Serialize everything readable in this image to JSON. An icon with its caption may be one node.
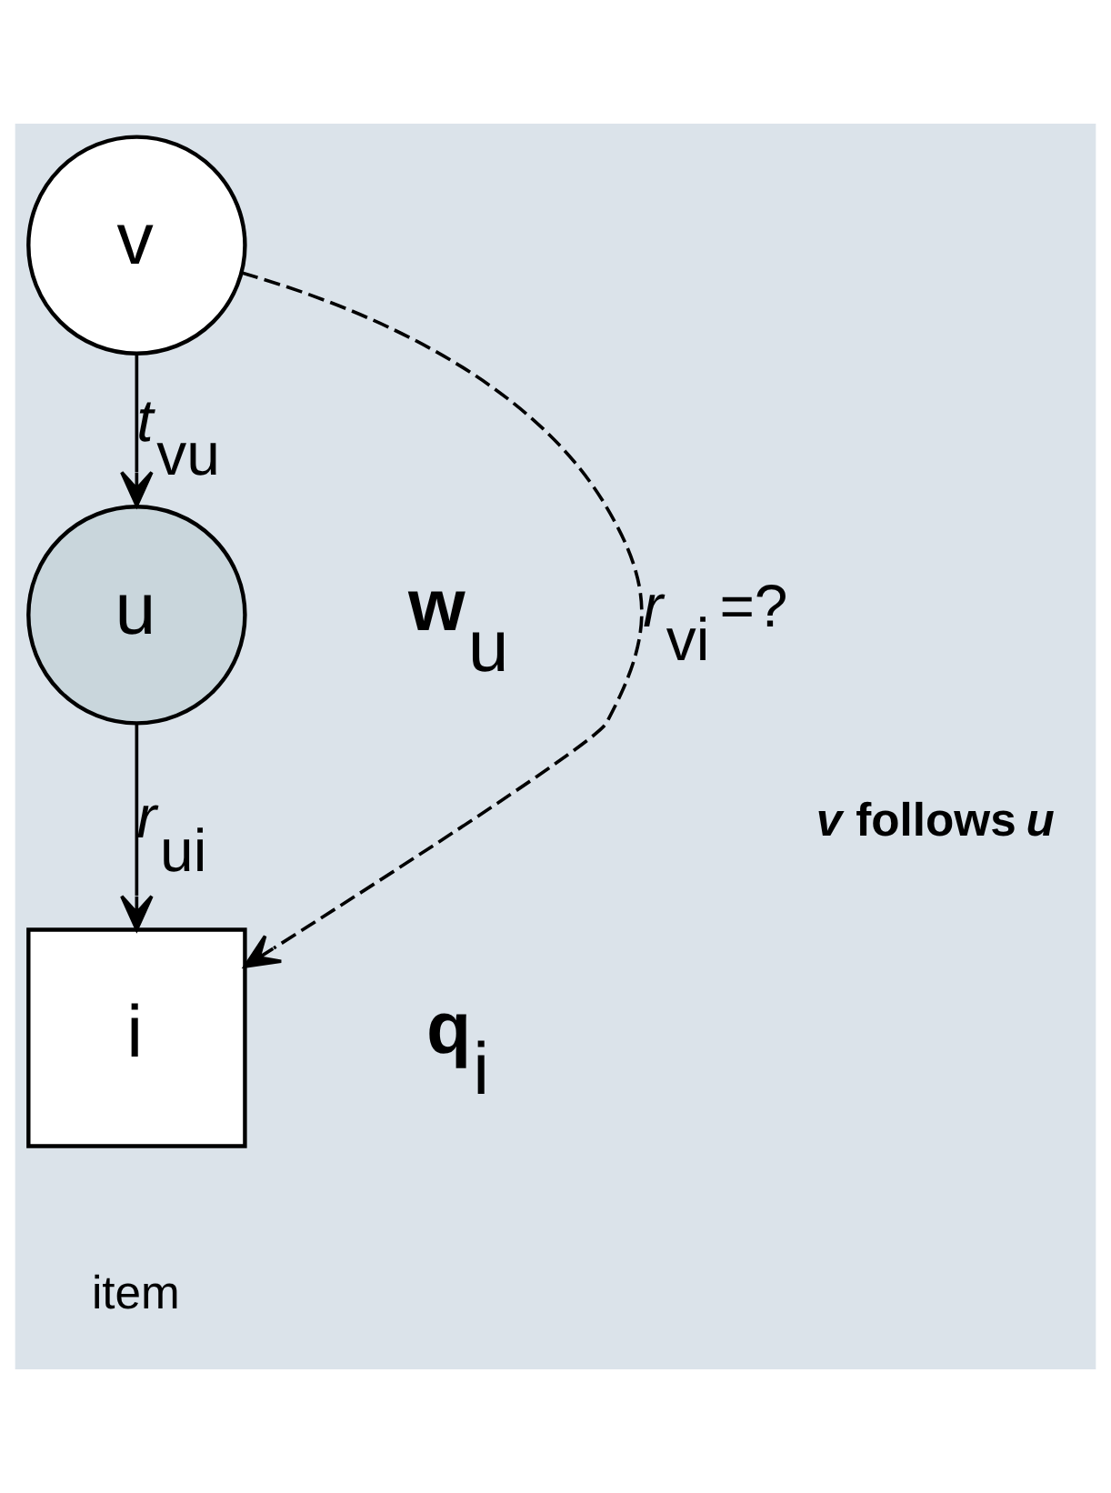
{
  "diagram": {
    "nodes": [
      {
        "text": [
          "v"
        ]
      },
      {
        "text": [
          "u"
        ],
        "beside": [
          "**w**$_{u}$"
        ]
      },
      {
        "text": [
          "i"
        ],
        "beside": [
          "**q**$_{i}$",
          "item"
        ]
      }
    ],
    "edges": [
      {
        "from": 0,
        "to": 1,
        "arrow": "to",
        "label": "*t*$_{vu}$"
      },
      {
        "from": 1,
        "to": 2,
        "arrow": "to",
        "label": "*r*$_{ui}$"
      },
      {
        "from": 0,
        "to": 2,
        "arrow": "to",
        "label": "*r*$_{vi}$ =?",
        "style": "dashed"
      }
    ],
    "labels": [
      "*v* follows *u*"
    ]
  }
}
